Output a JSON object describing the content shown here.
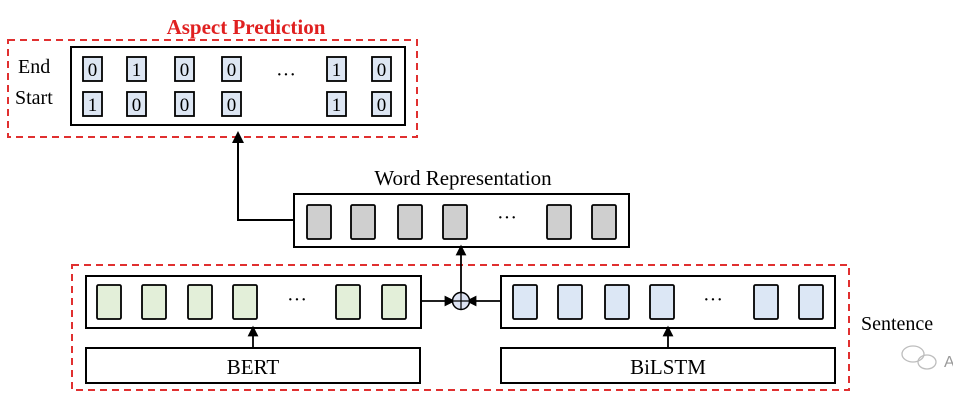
{
  "aspect_prediction": {
    "title": "Aspect Prediction",
    "row_labels": {
      "end": "End",
      "start": "Start"
    },
    "end_row": [
      "0",
      "1",
      "0",
      "0",
      "1",
      "0"
    ],
    "start_row": [
      "1",
      "0",
      "0",
      "0",
      "1",
      "0"
    ],
    "ellipsis": "···"
  },
  "word_representation": {
    "title": "Word Representation",
    "ellipsis": "···"
  },
  "sentence_encoder": {
    "label": "Sentence",
    "bert_label": "BERT",
    "bilstm_label": "BiLSTM",
    "ellipsis": "···"
  },
  "watermark": {
    "text": "A"
  },
  "colors": {
    "dashed_border": "#e03030",
    "title_red": "#e02020",
    "cell_blue_fill": "#dde6f3",
    "bert_green_fill": "#e3efd9",
    "bilstm_blue_fill": "#dce7f5",
    "word_gray_fill": "#cfcfcf",
    "plus_fill": "#dde3f2"
  }
}
